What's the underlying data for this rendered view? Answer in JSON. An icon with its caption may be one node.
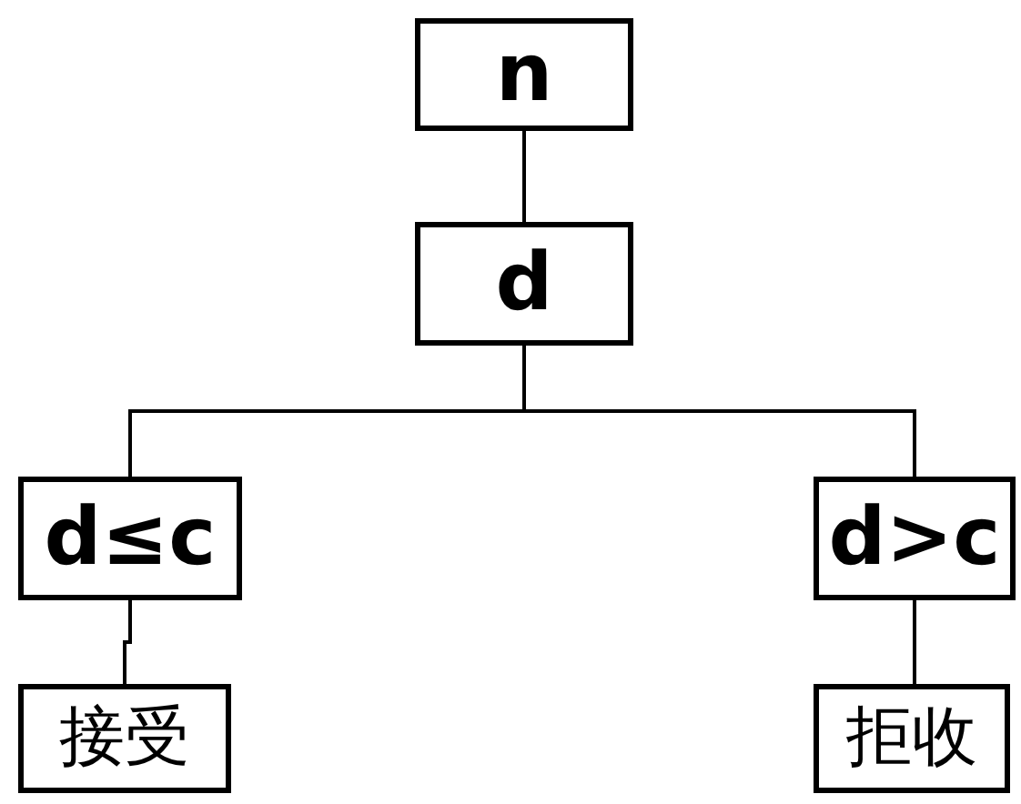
{
  "diagram": {
    "nodes": [
      {
        "text": [
          "n"
        ]
      },
      {
        "text": [
          "d"
        ]
      },
      {
        "text": [
          "d≤c"
        ]
      },
      {
        "text": [
          "d>c"
        ]
      },
      {
        "text": [
          "接受"
        ]
      },
      {
        "text": [
          "拒收"
        ]
      }
    ],
    "edges": [
      {
        "from": 0,
        "to": 1,
        "arrow": "none"
      },
      {
        "from": 1,
        "to": 2,
        "arrow": "none"
      },
      {
        "from": 1,
        "to": 3,
        "arrow": "none"
      },
      {
        "from": 2,
        "to": 4,
        "arrow": "none"
      },
      {
        "from": 3,
        "to": 5,
        "arrow": "none"
      }
    ]
  }
}
